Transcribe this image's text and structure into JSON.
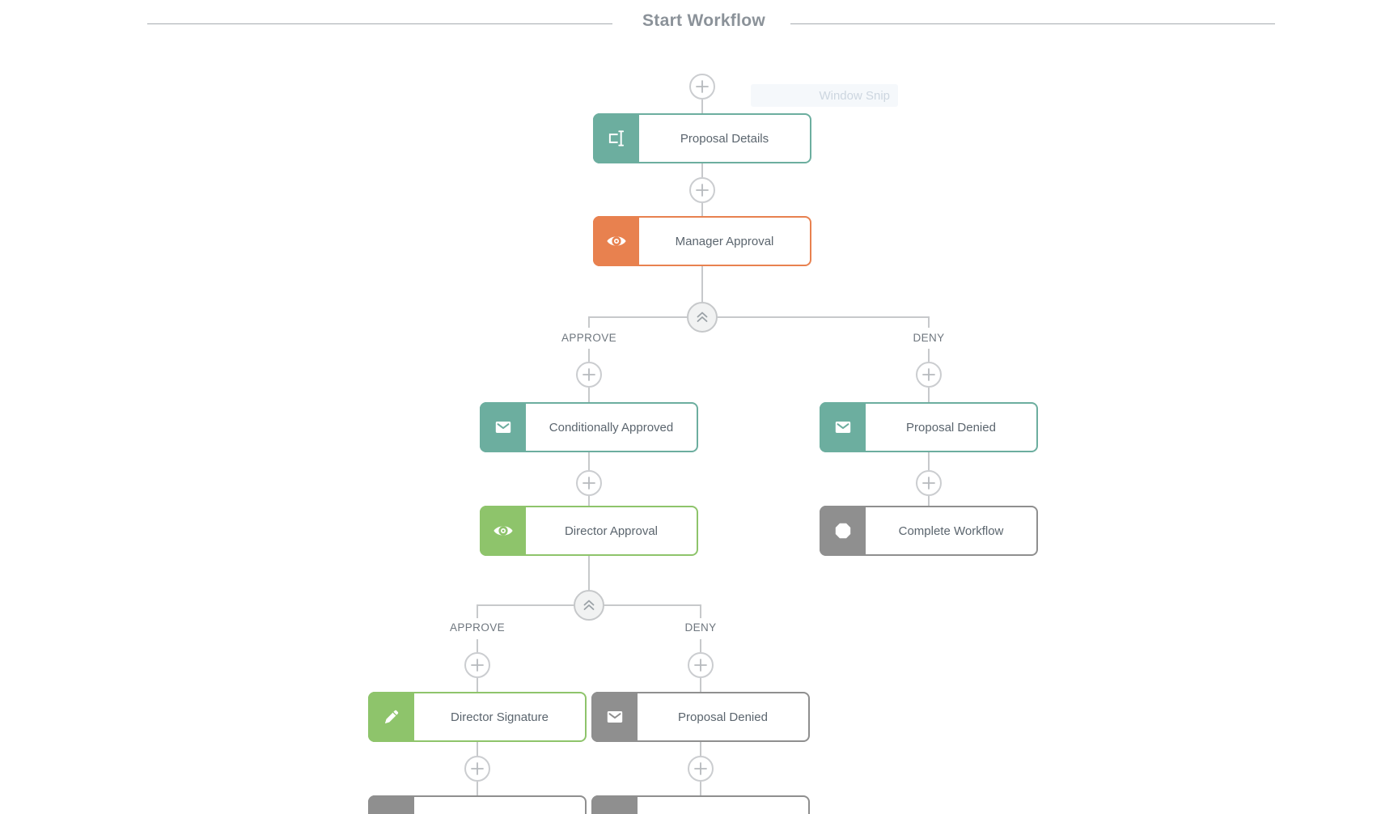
{
  "title": "Start Workflow",
  "overlay": {
    "label": "Window Snip"
  },
  "colors": {
    "teal": "#6cae9f",
    "orange": "#e8814f",
    "green": "#8ec46b",
    "gray": "#8f8f8f",
    "line": "#c7c9cb",
    "node_text": "#5b656e",
    "branch_label": "#6e767e",
    "title_text": "#8b9299"
  },
  "nodes": [
    {
      "id": "proposal-details",
      "label": "Proposal Details",
      "icon": "input-field-icon",
      "color": "teal"
    },
    {
      "id": "manager-approval",
      "label": "Manager Approval",
      "icon": "eye-icon",
      "color": "orange"
    },
    {
      "id": "conditionally-approved",
      "label": "Conditionally Approved",
      "icon": "envelope-icon",
      "color": "teal"
    },
    {
      "id": "proposal-denied-right",
      "label": "Proposal Denied",
      "icon": "envelope-icon",
      "color": "teal"
    },
    {
      "id": "director-approval",
      "label": "Director Approval",
      "icon": "eye-icon",
      "color": "green"
    },
    {
      "id": "complete-workflow",
      "label": "Complete Workflow",
      "icon": "octagon-icon",
      "color": "gray"
    },
    {
      "id": "director-signature",
      "label": "Director Signature",
      "icon": "pen-icon",
      "color": "green"
    },
    {
      "id": "proposal-denied-bottom",
      "label": "Proposal Denied",
      "icon": "envelope-icon",
      "color": "gray"
    },
    {
      "id": "partial-bottom-left",
      "label": "",
      "icon": "envelope-icon",
      "color": "gray"
    },
    {
      "id": "partial-bottom-right",
      "label": "",
      "icon": "envelope-icon",
      "color": "gray"
    }
  ],
  "branches": [
    {
      "left_label": "APPROVE",
      "right_label": "DENY"
    },
    {
      "left_label": "APPROVE",
      "right_label": "DENY"
    }
  ]
}
